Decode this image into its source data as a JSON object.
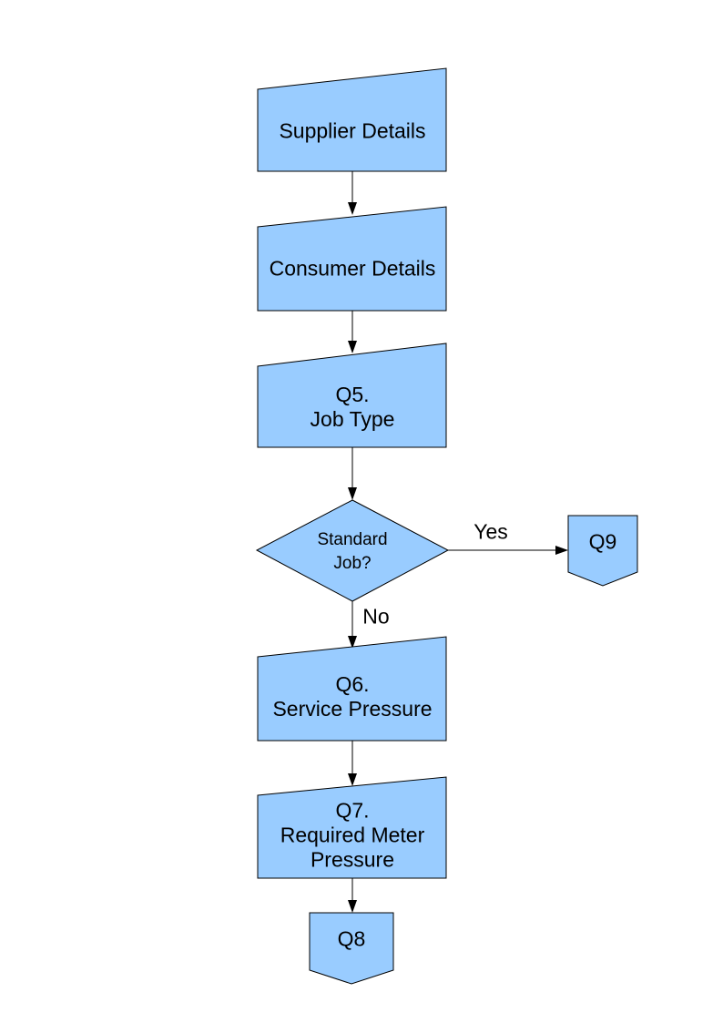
{
  "diagram": {
    "type": "flowchart",
    "colors": {
      "node_fill": "#99CCFF",
      "node_border": "#000000",
      "connector": "#000000",
      "text": "#000000",
      "background": "#FFFFFF"
    },
    "nodes": [
      {
        "id": "supplier-details",
        "shape": "manual-input",
        "label": "Supplier Details"
      },
      {
        "id": "consumer-details",
        "shape": "manual-input",
        "label": "Consumer Details"
      },
      {
        "id": "q5-job-type",
        "shape": "manual-input",
        "label": "Q5.\nJob Type"
      },
      {
        "id": "standard-job-decision",
        "shape": "decision",
        "label": "Standard\nJob?"
      },
      {
        "id": "q9-connector",
        "shape": "off-page-connector",
        "label": "Q9"
      },
      {
        "id": "q6-service-pressure",
        "shape": "manual-input",
        "label": "Q6.\nService Pressure"
      },
      {
        "id": "q7-required-meter-pressure",
        "shape": "manual-input",
        "label": "Q7.\nRequired Meter\nPressure"
      },
      {
        "id": "q8-connector",
        "shape": "off-page-connector",
        "label": "Q8"
      }
    ],
    "edges": [
      {
        "from": "supplier-details",
        "to": "consumer-details",
        "label": ""
      },
      {
        "from": "consumer-details",
        "to": "q5-job-type",
        "label": ""
      },
      {
        "from": "q5-job-type",
        "to": "standard-job-decision",
        "label": ""
      },
      {
        "from": "standard-job-decision",
        "to": "q9-connector",
        "label": "Yes"
      },
      {
        "from": "standard-job-decision",
        "to": "q6-service-pressure",
        "label": "No"
      },
      {
        "from": "q6-service-pressure",
        "to": "q7-required-meter-pressure",
        "label": ""
      },
      {
        "from": "q7-required-meter-pressure",
        "to": "q8-connector",
        "label": ""
      }
    ]
  }
}
